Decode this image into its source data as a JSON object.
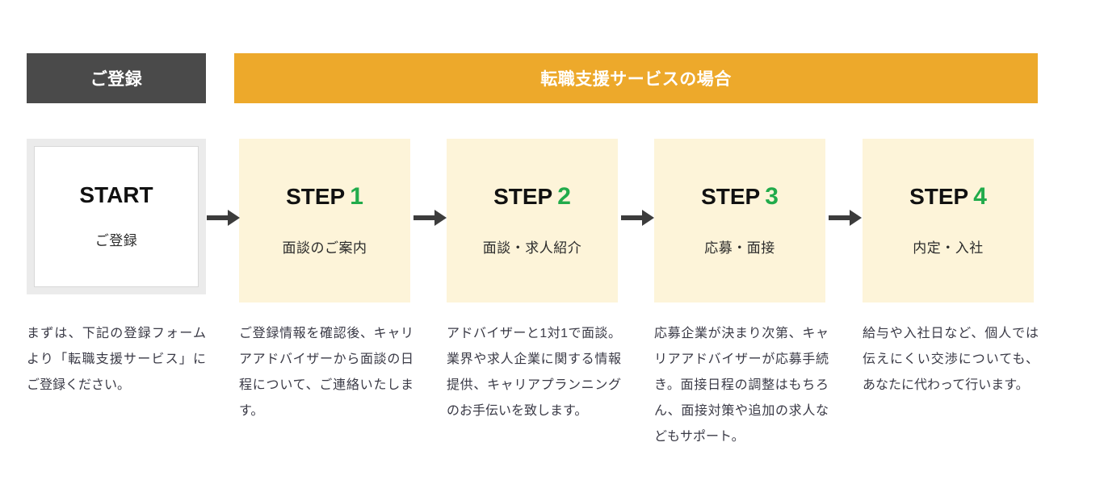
{
  "header": {
    "registration_label": "ご登録",
    "service_label": "転職支援サービスの場合",
    "dark_color": "#4a4a4a",
    "orange_color": "#eda92b"
  },
  "flow": {
    "arrow_icon": "arrow-right-icon",
    "arrow_color": "#3c3c3c",
    "card_bg_color": "#fdf4d9",
    "number_color": "#21ab4b",
    "cards": [
      {
        "id": "start",
        "title": "START",
        "number": "",
        "subtitle": "ご登録",
        "description": "まずは、下記の登録フォームより「転職支援サービス」にご登録ください。"
      },
      {
        "id": "step-1",
        "title": "STEP",
        "number": "1",
        "subtitle": "面談のご案内",
        "description": "ご登録情報を確認後、キャリアアドバイザーから面談の日程について、ご連絡いたします。"
      },
      {
        "id": "step-2",
        "title": "STEP",
        "number": "2",
        "subtitle": "面談・求人紹介",
        "description": "アドバイザーと1対1で面談。業界や求人企業に関する情報提供、キャリアプランニングのお手伝いを致します。"
      },
      {
        "id": "step-3",
        "title": "STEP",
        "number": "3",
        "subtitle": "応募・面接",
        "description": "応募企業が決まり次第、キャリアアドバイザーが応募手続き。面接日程の調整はもちろん、面接対策や追加の求人などもサポート。"
      },
      {
        "id": "step-4",
        "title": "STEP",
        "number": "4",
        "subtitle": "内定・入社",
        "description": "給与や入社日など、個人では伝えにくい交渉についても、あなたに代わって行います。"
      }
    ]
  }
}
